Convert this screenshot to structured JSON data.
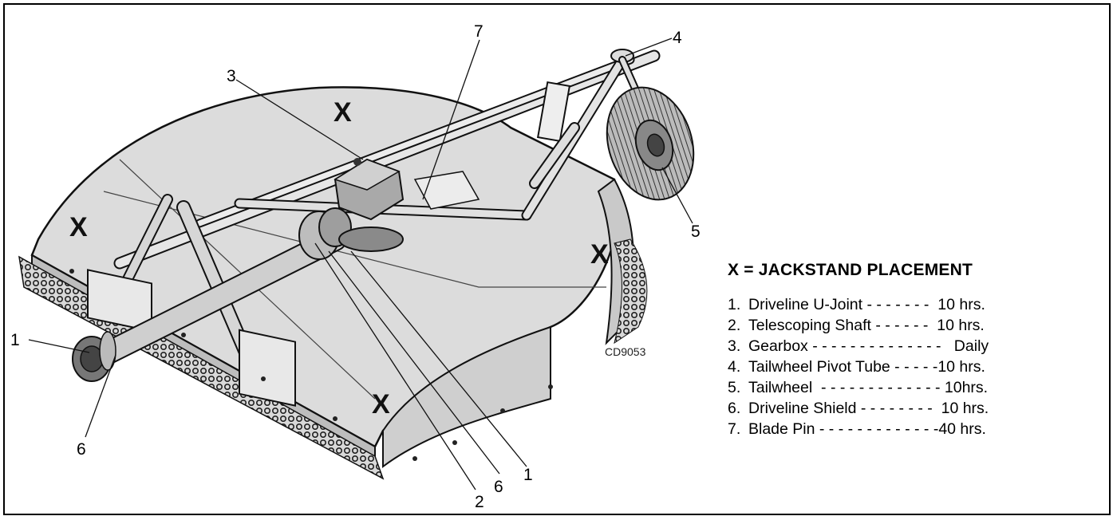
{
  "callouts": [
    "1",
    "2",
    "3",
    "4",
    "5",
    "6",
    "7"
  ],
  "jackstand_mark": "X",
  "figure_code": "CD9053",
  "legend": {
    "title": "X = JACKSTAND PLACEMENT",
    "items": [
      {
        "number": "1.",
        "text": "Driveline U-Joint - - - - - - -  10 hrs."
      },
      {
        "number": "2.",
        "text": "Telescoping Shaft - - - - - -  10 hrs."
      },
      {
        "number": "3.",
        "text": "Gearbox - - - - - - - - - - - - - -   Daily"
      },
      {
        "number": "4.",
        "text": "Tailwheel Pivot Tube - - - - -10 hrs."
      },
      {
        "number": "5.",
        "text": "Tailwheel  - - - - - - - - - - - - - 10hrs."
      },
      {
        "number": "6.",
        "text": "Driveline Shield - - - - - - - -  10 hrs."
      },
      {
        "number": "7.",
        "text": "Blade Pin - - - - - - - - - - - - -40 hrs."
      }
    ]
  }
}
